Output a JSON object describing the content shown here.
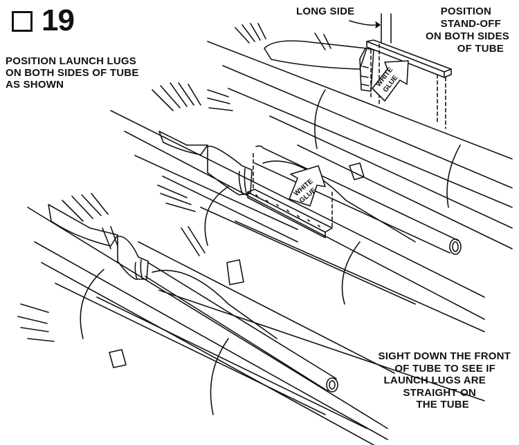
{
  "step": {
    "number": "19"
  },
  "labels": {
    "lug_instruction": [
      "POSITION LAUNCH LUGS",
      "ON BOTH SIDES OF TUBE",
      "AS SHOWN"
    ],
    "long_side": "LONG SIDE",
    "standoff": [
      "POSITION",
      "STAND-OFF",
      "ON BOTH SIDES",
      "OF TUBE"
    ],
    "sight": [
      "SIGHT DOWN THE FRONT",
      "OF TUBE TO SEE IF",
      "LAUNCH LUGS ARE",
      "STRAIGHT ON",
      "THE TUBE"
    ],
    "glue_word_1": "WHITE",
    "glue_word_2": "GLUE"
  },
  "colors": {
    "ink": "#111111",
    "paper": "#ffffff"
  }
}
